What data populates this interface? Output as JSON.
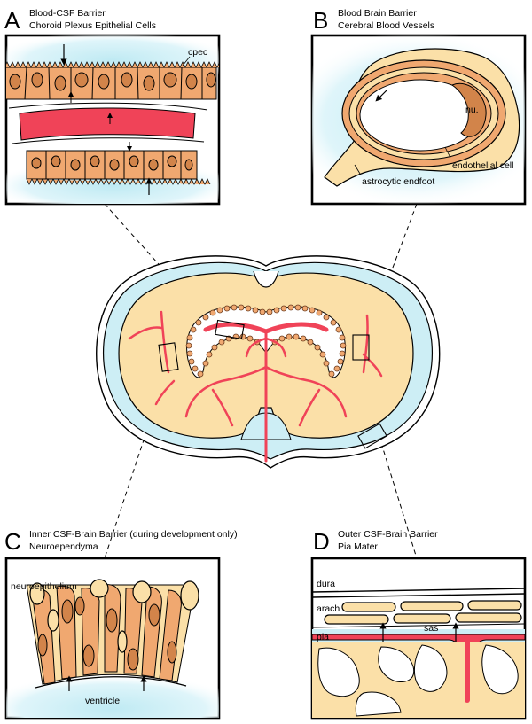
{
  "panels": {
    "a": {
      "letter": "A",
      "title_line1": "Blood-CSF Barrier",
      "title_line2": "Choroid Plexus Epithelial Cells",
      "labels": {
        "cpec": "cpec"
      }
    },
    "b": {
      "letter": "B",
      "title_line1": "Blood Brain Barrier",
      "title_line2": "Cerebral Blood Vessels",
      "labels": {
        "nucleus": "nu.",
        "endothelial": "endothelial cell",
        "astrocytic": "astrocytic endfoot"
      }
    },
    "c": {
      "letter": "C",
      "title_line1": "Inner CSF-Brain Barrier (during development only)",
      "title_line2": "Neuroependyma",
      "labels": {
        "neuroepithelium": "neuroepithelium",
        "ventricle": "ventricle"
      }
    },
    "d": {
      "letter": "D",
      "title_line1": "Outer CSF-Brain Barrier",
      "title_line2": "Pia Mater",
      "labels": {
        "dura": "dura",
        "arach": "arach",
        "sas": "sas",
        "pia": "pia"
      }
    }
  },
  "colors": {
    "csf_blue": "#cdeef5",
    "tissue_tan": "#fbe0a8",
    "cell_orange": "#f0a870",
    "nucleus_orange": "#d2844a",
    "vessel_red": "#f04358"
  }
}
